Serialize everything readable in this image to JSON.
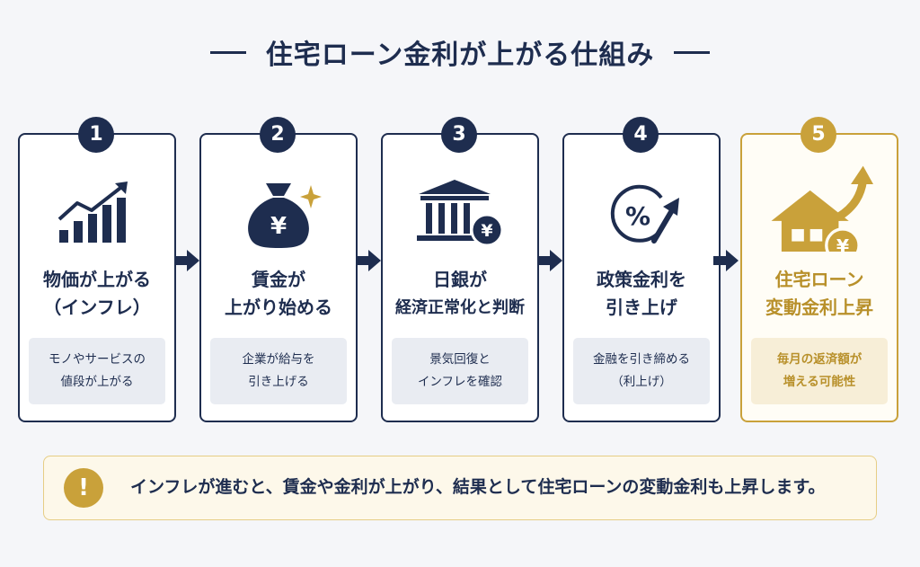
{
  "title": "住宅ローン金利が上がる仕組み",
  "steps": [
    {
      "number": "1",
      "title_lines": [
        "物価が上がる",
        "（インフレ）"
      ],
      "desc_lines": [
        "モノやサービスの",
        "値段が上がる"
      ],
      "icon": "chart-up-icon"
    },
    {
      "number": "2",
      "title_lines": [
        "賃金が",
        "上がり始める"
      ],
      "desc_lines": [
        "企業が給与を",
        "引き上げる"
      ],
      "icon": "money-bag-icon",
      "icon_label": "¥"
    },
    {
      "number": "3",
      "title_lines": [
        "日銀が",
        "経済正常化と判断"
      ],
      "desc_lines": [
        "景気回復と",
        "インフレを確認"
      ],
      "icon": "bank-icon",
      "icon_label": "¥"
    },
    {
      "number": "4",
      "title_lines": [
        "政策金利を",
        "引き上げ"
      ],
      "desc_lines": [
        "金融を引き締める",
        "（利上げ）"
      ],
      "icon": "percent-cycle-icon",
      "icon_label": "%"
    },
    {
      "number": "5",
      "title_lines": [
        "住宅ローン",
        "変動金利上昇"
      ],
      "desc_lines": [
        "毎月の返済額が",
        "増える可能性"
      ],
      "icon": "house-rise-icon",
      "icon_label": "¥"
    }
  ],
  "note": {
    "icon_label": "!",
    "text": "インフレが進むと、賃金や金利が上がり、結果として住宅ローンの変動金利も上昇します。"
  },
  "colors": {
    "navy": "#1e2d4f",
    "gold": "#c9a13a",
    "desc_bg": "#e9ecf2",
    "note_bg": "#fdf8ea"
  }
}
